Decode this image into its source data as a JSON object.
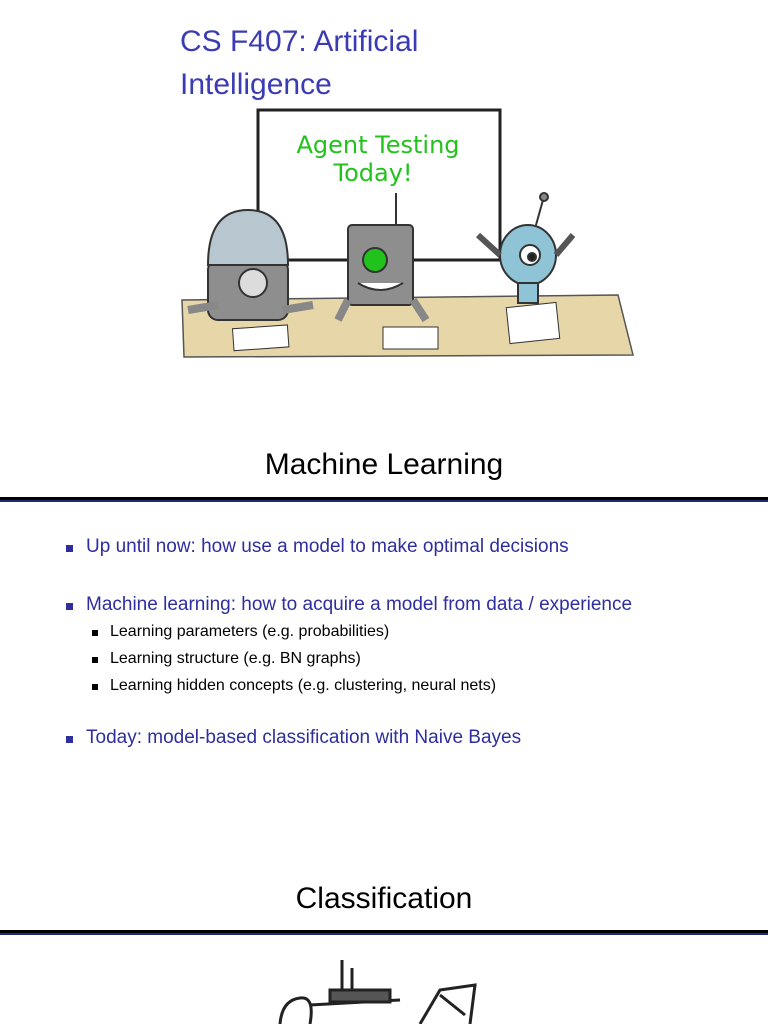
{
  "slide1": {
    "title_line1": "CS F407: Artificial",
    "title_line2": "Intelligence",
    "whiteboard_text_line1": "Agent Testing",
    "whiteboard_text_line2": "Today!"
  },
  "slide2": {
    "heading": "Machine Learning",
    "bullets": [
      {
        "text": "Up until now: how use a model to make optimal decisions"
      },
      {
        "text": "Machine learning: how to acquire a model from data / experience",
        "sub": [
          "Learning parameters (e.g. probabilities)",
          "Learning structure (e.g. BN graphs)",
          "Learning hidden concepts (e.g. clustering, neural nets)"
        ]
      },
      {
        "text": "Today: model-based classification with Naive Bayes"
      }
    ]
  },
  "slide3": {
    "heading": "Classification"
  },
  "colors": {
    "title_blue": "#3b3bb5",
    "bullet_blue": "#2e2e9e",
    "rule_navy": "#1e2a78",
    "whiteboard_green": "#22c21d",
    "desk_tan": "#e6d6a8"
  }
}
